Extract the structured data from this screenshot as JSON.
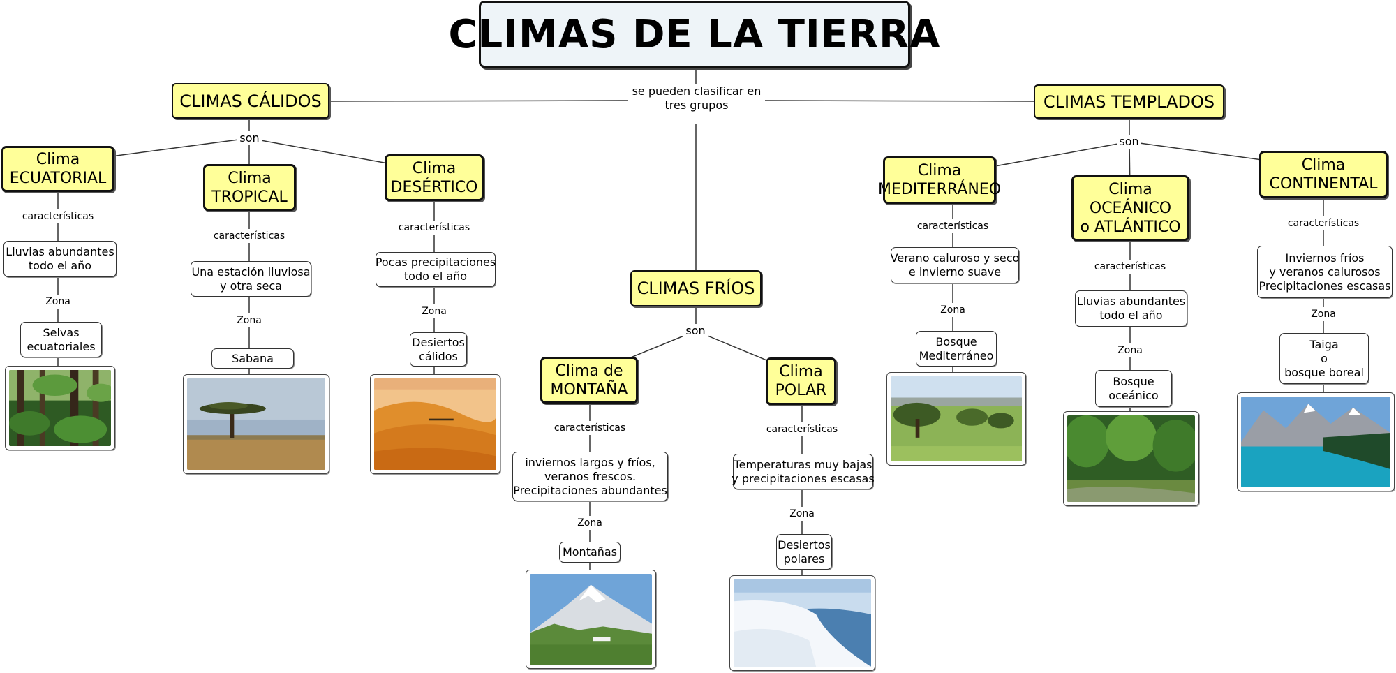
{
  "title": "CLIMAS DE LA TIERRA",
  "root_link": [
    "se pueden clasificar en",
    "tres grupos"
  ],
  "groups": {
    "calidos": {
      "label": "CLIMAS CÁLIDOS",
      "link": "son",
      "climates": {
        "ecuatorial": {
          "name": [
            "Clima",
            "ECUATORIAL"
          ],
          "link1": "características",
          "features": [
            "Lluvias abundantes",
            "todo el año"
          ],
          "link2": "Zona",
          "zone": [
            "Selvas",
            "ecuatoriales"
          ],
          "photo_icon": "rainforest-photo"
        },
        "tropical": {
          "name": [
            "Clima",
            "TROPICAL"
          ],
          "link1": "características",
          "features": [
            "Una estación lluviosa",
            "y otra seca"
          ],
          "link2": "Zona",
          "zone": [
            "Sabana"
          ],
          "photo_icon": "savanna-photo"
        },
        "desertico": {
          "name": [
            "Clima",
            "DESÉRTICO"
          ],
          "link1": "características",
          "features": [
            "Pocas precipitaciones",
            "todo el año"
          ],
          "link2": "Zona",
          "zone": [
            "Desiertos",
            "cálidos"
          ],
          "photo_icon": "desert-photo"
        }
      }
    },
    "frios": {
      "label": "CLIMAS FRÍOS",
      "link": "son",
      "climates": {
        "montana": {
          "name": [
            "Clima de",
            "MONTAÑA"
          ],
          "link1": "características",
          "features": [
            "inviernos largos y fríos,",
            "veranos frescos.",
            "Precipitaciones abundantes"
          ],
          "link2": "Zona",
          "zone": [
            "Montañas"
          ],
          "photo_icon": "mountain-photo"
        },
        "polar": {
          "name": [
            "Clima",
            "POLAR"
          ],
          "link1": "características",
          "features": [
            "Temperaturas muy bajas",
            "y precipitaciones escasas"
          ],
          "link2": "Zona",
          "zone": [
            "Desiertos",
            "polares"
          ],
          "photo_icon": "polar-photo"
        }
      }
    },
    "templados": {
      "label": "CLIMAS TEMPLADOS",
      "link": "son",
      "climates": {
        "mediterraneo": {
          "name": [
            "Clima",
            "MEDITERRÁNEO"
          ],
          "link1": "características",
          "features": [
            "Verano caluroso y seco",
            "e invierno suave"
          ],
          "link2": "Zona",
          "zone": [
            "Bosque",
            "Mediterráneo"
          ],
          "photo_icon": "mediterranean-forest-photo"
        },
        "oceanico": {
          "name": [
            "Clima",
            "OCEÁNICO",
            "o ATLÁNTICO"
          ],
          "link1": "características",
          "features": [
            "Lluvias abundantes",
            "todo el año"
          ],
          "link2": "Zona",
          "zone": [
            "Bosque",
            "oceánico"
          ],
          "photo_icon": "oceanic-forest-photo"
        },
        "continental": {
          "name": [
            "Clima",
            "CONTINENTAL"
          ],
          "link1": "características",
          "features": [
            "Inviernos fríos",
            "y veranos calurosos",
            "Precipitaciones escasas"
          ],
          "link2": "Zona",
          "zone": [
            "Taiga",
            "o",
            "bosque boreal"
          ],
          "photo_icon": "taiga-photo"
        }
      }
    }
  }
}
